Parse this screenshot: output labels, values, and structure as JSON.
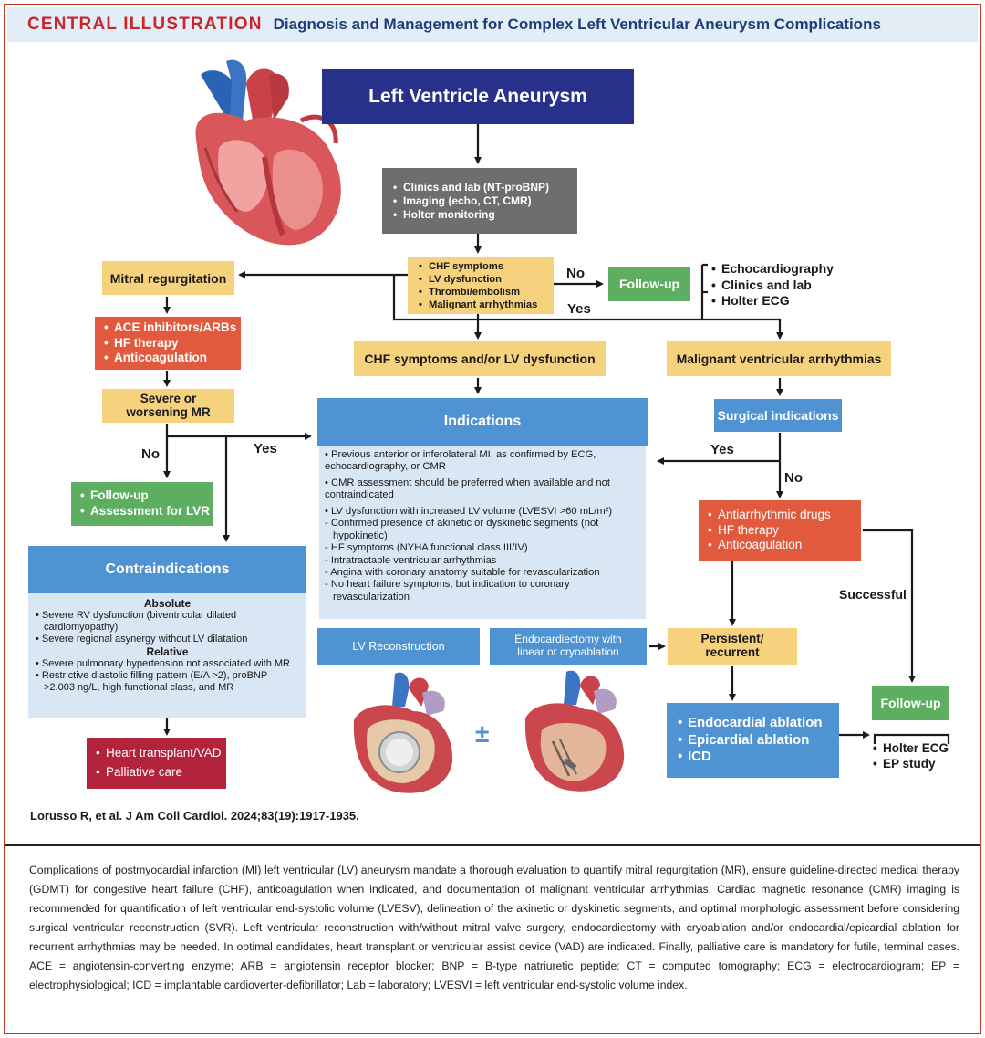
{
  "header": {
    "label": "CENTRAL ILLUSTRATION",
    "title": "Diagnosis and Management for Complex Left Ventricular Aneurysm Complications"
  },
  "flow": {
    "root": "Left Ventricle Aneurysm",
    "evaluation": [
      "Clinics and lab (NT-proBNP)",
      "Imaging (echo, CT, CMR)",
      "Holter monitoring"
    ],
    "screen": [
      "CHF symptoms",
      "LV dysfunction",
      "Thrombi/embolism",
      "Malignant arrhythmias"
    ],
    "no_label": "No",
    "yes_label": "Yes",
    "followup_top": "Follow-up",
    "followup_top_items": [
      "Echocardiography",
      "Clinics and lab",
      "Holter ECG"
    ],
    "mitral": "Mitral regurgitation",
    "mitral_therapy": [
      "ACE inhibitors/ARBs",
      "HF therapy",
      "Anticoagulation"
    ],
    "severe_mr": "Severe or worsening MR",
    "mr_no": "No",
    "mr_yes": "Yes",
    "followup_lvr": [
      "Follow-up",
      "Assessment for LVR"
    ],
    "chf": "CHF symptoms and/or LV dysfunction",
    "malignant": "Malignant ventricular arrhythmias",
    "indications_title": "Indications",
    "indications_items": [
      "• Previous anterior or inferolateral MI, as confirmed by ECG, echocardiography, or CMR",
      "• CMR assessment should be preferred when available and not contraindicated",
      "• LV dysfunction with increased LV volume (LVESVI >60 mL/m²)"
    ],
    "indications_sub": [
      "- Confirmed presence of akinetic or dyskinetic segments (not hypokinetic)",
      "- HF symptoms (NYHA functional class III/IV)",
      "- Intratractable ventricular arrhythmias",
      "- Angina with coronary anatomy suitable for revascularization",
      "- No heart failure symptoms, but indication to coronary revascularization"
    ],
    "surgical": "Surgical indications",
    "surg_yes": "Yes",
    "surg_no": "No",
    "antiarrhythmic": [
      "Antiarrhythmic drugs",
      "HF therapy",
      "Anticoagulation"
    ],
    "successful": "Successful",
    "contra_title": "Contraindications",
    "contra_absolute_h": "Absolute",
    "contra_absolute": [
      "• Severe RV dysfunction (biventricular dilated cardiomyopathy)",
      "• Severe regional asynergy without LV dilatation"
    ],
    "contra_relative_h": "Relative",
    "contra_relative": [
      "• Severe pulmonary hypertension not associated with MR",
      "• Restrictive diastolic filling pattern (E/A >2), proBNP >2.003 ng/L, high functional class, and MR"
    ],
    "transplant": [
      "Heart transplant/VAD",
      "Palliative care"
    ],
    "lv_recon": "LV Reconstruction",
    "endocard": "Endocardiectomy with linear or cryoablation",
    "persistent": "Persistent/ recurrent",
    "plusminus": "±",
    "ablation": [
      "Endocardial ablation",
      "Epicardial ablation",
      "ICD"
    ],
    "followup_bottom": "Follow-up",
    "followup_bottom_items": [
      "Holter ECG",
      "EP study"
    ]
  },
  "citation": "Lorusso R, et al. J Am Coll Cardiol. 2024;83(19):1917-1935.",
  "caption": "Complications of postmyocardial infarction (MI) left ventricular (LV) aneurysm mandate a thorough evaluation to quantify mitral regurgitation (MR), ensure guideline-directed medical therapy (GDMT) for congestive heart failure (CHF), anticoagulation when indicated, and documentation of malignant ventricular arrhythmias. Cardiac magnetic resonance (CMR) imaging is recommended for quantification of left ventricular end-systolic volume (LVESV), delineation of the akinetic or dyskinetic segments, and optimal morphologic assessment before considering surgical ventricular reconstruction (SVR). Left ventricular reconstruction with/without mitral valve surgery, endocardiectomy with cryoablation and/or endocardial/epicardial ablation for recurrent arrhythmias may be needed. In optimal candidates, heart transplant or ventricular assist device (VAD) are indicated. Finally, palliative care is mandatory for futile, terminal cases. ACE = angiotensin-converting enzyme; ARB = angiotensin receptor blocker; BNP = B-type natriuretic peptide; CT = computed tomography; ECG = electrocardiogram; EP = electrophysiological; ICD = implantable cardioverter-defibrillator; Lab = laboratory; LVESVI = left ventricular end-systolic volume index.",
  "colors": {
    "accent_red": "#c8252c",
    "navy": "#28318a",
    "yellow": "#f6d27f",
    "green": "#5eae62",
    "orange_red": "#e25a3e",
    "blue": "#4f93d2",
    "light_blue": "#d9e6f3",
    "maroon": "#b3233b",
    "gray": "#6d6e70"
  },
  "icons": [
    "heart-anatomy-icon",
    "heart-patch-icon",
    "heart-endocardiectomy-icon"
  ]
}
